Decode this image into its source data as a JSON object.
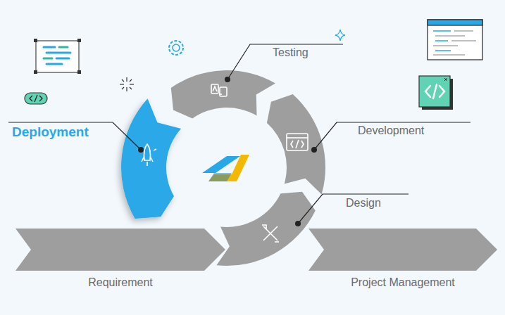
{
  "diagram": {
    "nodes": [
      {
        "text": [
          "Requirement"
        ]
      },
      {
        "text": [
          "Project Management"
        ]
      }
    ],
    "labels": [
      "Testing",
      "Development",
      "Design",
      "Deployment"
    ]
  }
}
